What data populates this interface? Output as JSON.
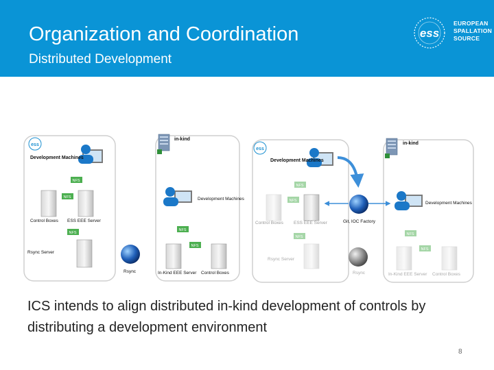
{
  "header": {
    "title": "Organization and Coordination",
    "subtitle": "Distributed Development",
    "logo_text": [
      "EUROPEAN",
      "SPALLATION",
      "SOURCE"
    ],
    "logo_mark": "ess"
  },
  "colors": {
    "header_bg": "#0a94d6",
    "nfs_green": "#4caf50",
    "arrow_blue": "#3d8fd9"
  },
  "diagram": {
    "left": {
      "logo_mark": "ess",
      "dev_machines_a": "Development Machines",
      "dev_machines_b": "Development Machines",
      "in_kind": "in-kind",
      "nfs": "NFS",
      "control_boxes_a": "Control Boxes",
      "ess_eee_server": "ESS EEE Server",
      "rsync_server": "Rsync Server",
      "rsync": "Rsync",
      "in_kind_eee_server": "In-Kind EEE Server",
      "control_boxes_b": "Control Boxes"
    },
    "right": {
      "logo_mark": "ess",
      "dev_machines_a": "Development Machines",
      "dev_machines_b": "Development Machines",
      "in_kind": "in-kind",
      "nfs": "NFS",
      "control_boxes_a": "Control Boxes",
      "ess_eee_server": "ESS EEE Server",
      "git_ioc_factory": "Git, IOC Factory",
      "rsync_server": "Rsync Server",
      "rsync": "Rsync",
      "in_kind_eee_server": "In-Kind EEE Server",
      "control_boxes_b": "Control Boxes"
    }
  },
  "caption": "ICS intends to align distributed in-kind development of controls by distributing a development environment",
  "page_number": "8"
}
